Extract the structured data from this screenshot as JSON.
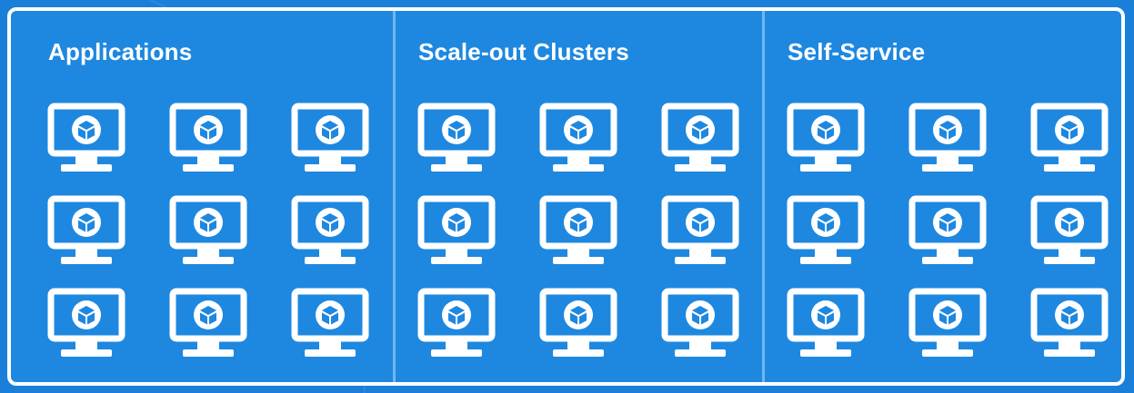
{
  "colors": {
    "background": "#1a7fd8",
    "frame_fill": "#1e88e0",
    "divider": "#6fb6f0",
    "foreground": "#ffffff"
  },
  "icon": "monitor-with-cube-icon",
  "panels": [
    {
      "title": "Applications",
      "rows": 3,
      "columns": 3
    },
    {
      "title": "Scale-out Clusters",
      "rows": 3,
      "columns": 3
    },
    {
      "title": "Self-Service",
      "rows": 3,
      "columns": 3
    }
  ]
}
